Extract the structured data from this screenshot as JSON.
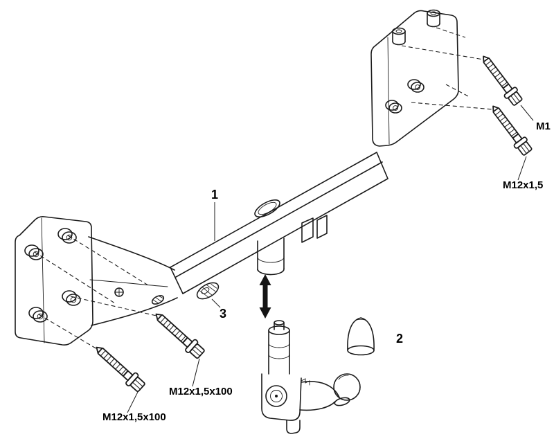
{
  "page": {
    "background_color": "#ffffff",
    "line_color": "#1a1a1a"
  },
  "callouts": {
    "crossbar": "1",
    "towball": "2",
    "lock_part": "3"
  },
  "fasteners": {
    "left_lower_label": "M12x1,5x100",
    "left_upper_label": "M12x1,5x100",
    "right_upper_label": "M1",
    "right_lower_label": "M12x1,5"
  }
}
